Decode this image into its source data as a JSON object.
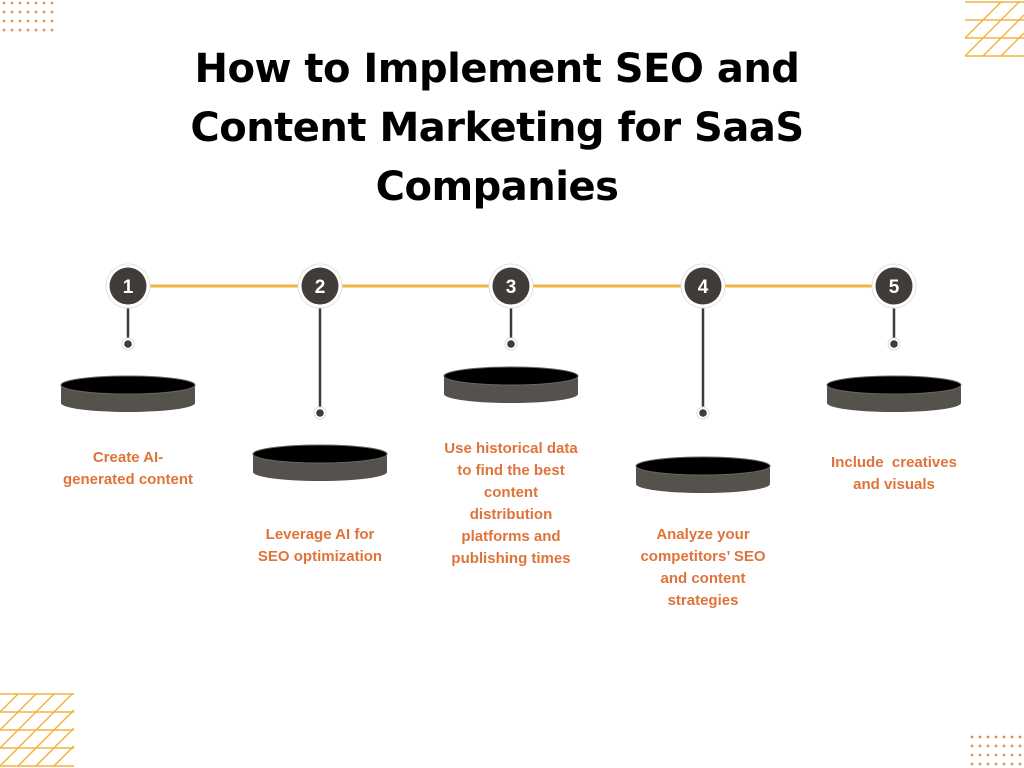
{
  "title": {
    "line1": "How to Implement SEO and",
    "line2": "Content Marketing for SaaS",
    "line3": "Companies"
  },
  "colors": {
    "accent": "#F2B441",
    "label": "#E0733A",
    "node": "#403D39",
    "disc_side": "#55524D",
    "disc_top": "#000000",
    "dots": "#F08A5A"
  },
  "steps": [
    {
      "number": "1",
      "label": "Create AI-\ngenerated content"
    },
    {
      "number": "2",
      "label": "Leverage AI for\nSEO optimization"
    },
    {
      "number": "3",
      "label": "Use historical data\nto find the best\ncontent\ndistribution\nplatforms and\npublishing times"
    },
    {
      "number": "4",
      "label": "Analyze your\ncompetitors’ SEO\nand content\nstrategies"
    },
    {
      "number": "5",
      "label": "Include  creatives\nand visuals"
    }
  ]
}
